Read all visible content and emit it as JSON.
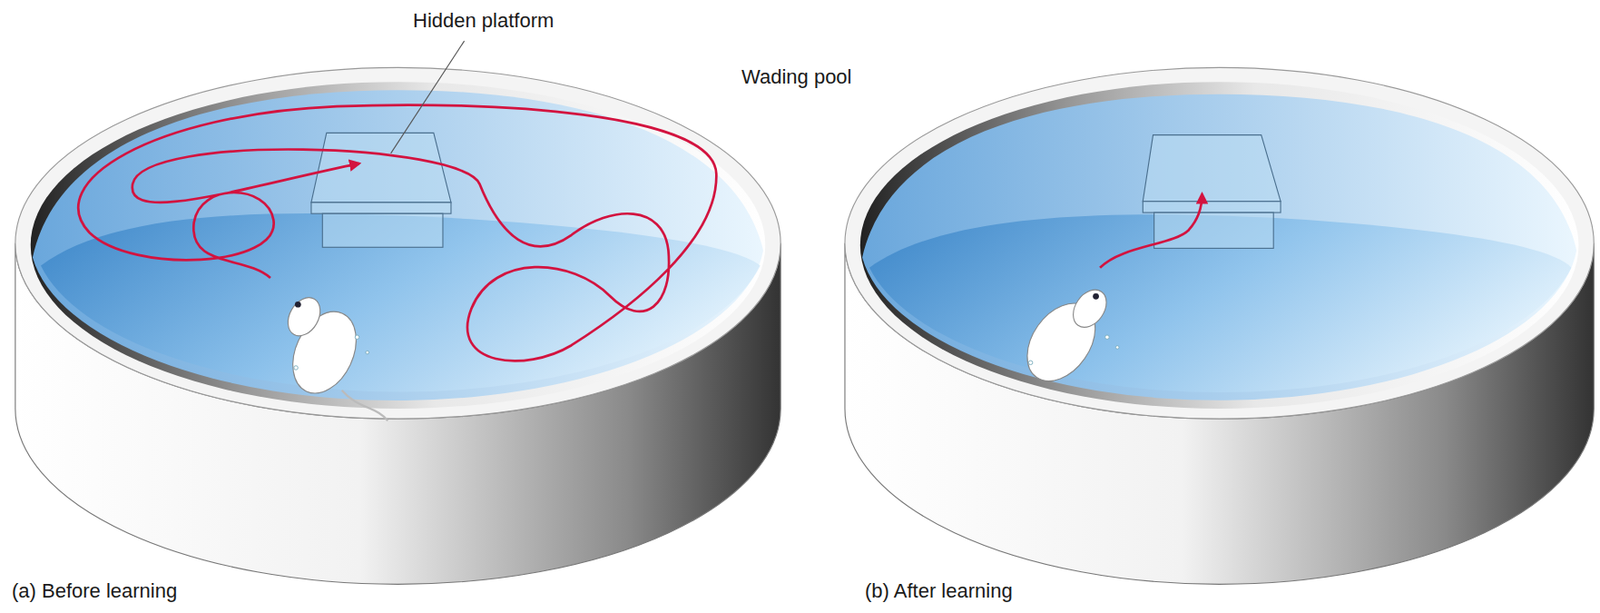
{
  "diagram": {
    "labels": [
      "Hidden platform",
      "Wading pool",
      "(a) Before learning",
      "(b) After learning"
    ]
  }
}
